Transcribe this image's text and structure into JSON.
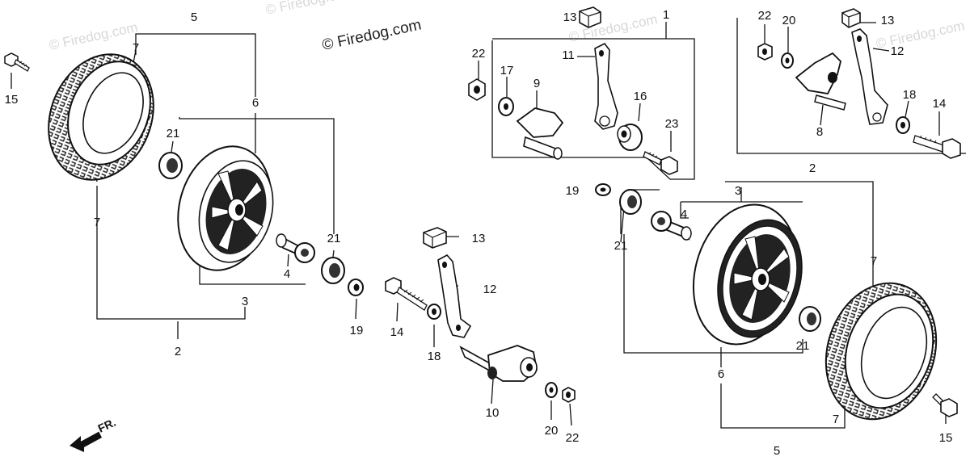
{
  "watermark": {
    "main": "© Firedog.com",
    "faint": [
      "© Firedog.com",
      "© Firedog.com",
      "© Firedog.com",
      "© Firedog.com"
    ]
  },
  "direction_label": "FR.",
  "callouts": [
    {
      "id": "c5a",
      "text": "5"
    },
    {
      "id": "c7a",
      "text": "7"
    },
    {
      "id": "c6a",
      "text": "6"
    },
    {
      "id": "c15a",
      "text": "15"
    },
    {
      "id": "c21a",
      "text": "21"
    },
    {
      "id": "c21b",
      "text": "21"
    },
    {
      "id": "c4a",
      "text": "4"
    },
    {
      "id": "c7b",
      "text": "7"
    },
    {
      "id": "c3a",
      "text": "3"
    },
    {
      "id": "c2a",
      "text": "2"
    },
    {
      "id": "c19a",
      "text": "19"
    },
    {
      "id": "c13a",
      "text": "13"
    },
    {
      "id": "c12a",
      "text": "12"
    },
    {
      "id": "c14a",
      "text": "14"
    },
    {
      "id": "c18a",
      "text": "18"
    },
    {
      "id": "c10a",
      "text": "10"
    },
    {
      "id": "c20a",
      "text": "20"
    },
    {
      "id": "c22a",
      "text": "22"
    },
    {
      "id": "c13b",
      "text": "13"
    },
    {
      "id": "c1a",
      "text": "1"
    },
    {
      "id": "c22b",
      "text": "22"
    },
    {
      "id": "c17a",
      "text": "17"
    },
    {
      "id": "c9a",
      "text": "9"
    },
    {
      "id": "c11a",
      "text": "11"
    },
    {
      "id": "c16a",
      "text": "16"
    },
    {
      "id": "c23a",
      "text": "23"
    },
    {
      "id": "c22c",
      "text": "22"
    },
    {
      "id": "c20b",
      "text": "20"
    },
    {
      "id": "c13c",
      "text": "13"
    },
    {
      "id": "c12b",
      "text": "12"
    },
    {
      "id": "c18b",
      "text": "18"
    },
    {
      "id": "c14b",
      "text": "14"
    },
    {
      "id": "c8a",
      "text": "8"
    },
    {
      "id": "c19b",
      "text": "19"
    },
    {
      "id": "c21c",
      "text": "21"
    },
    {
      "id": "c3b",
      "text": "3"
    },
    {
      "id": "c4b",
      "text": "4"
    },
    {
      "id": "c2b",
      "text": "2"
    },
    {
      "id": "c7c",
      "text": "7"
    },
    {
      "id": "c21d",
      "text": "21"
    },
    {
      "id": "c6b",
      "text": "6"
    },
    {
      "id": "c7d",
      "text": "7"
    },
    {
      "id": "c15b",
      "text": "15"
    },
    {
      "id": "c5b",
      "text": "5"
    }
  ]
}
